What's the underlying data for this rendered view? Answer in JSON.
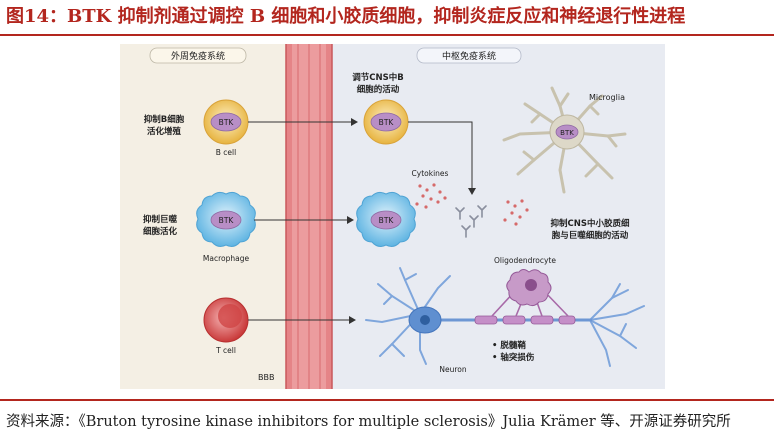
{
  "figure": {
    "title": "图14：BTK 抑制剂通过调控 B 细胞和小胶质细胞，抑制炎症反应和神经退行性进程",
    "source": "资料来源：《Bruton tyrosine kinase inhibitors for multiple sclerosis》Julia Krämer 等、开源证券研究所"
  },
  "diagram": {
    "left_header": "外周免疫系统",
    "right_header": "中枢免疫系统",
    "bbb_label": "BBB",
    "btk_label": "BTK",
    "peripheral": {
      "b_cell_label": "B cell",
      "b_cell_effect_line1": "抑制B细胞",
      "b_cell_effect_line2": "活化增殖",
      "macrophage_label": "Macrophage",
      "macrophage_effect_line1": "抑制巨噬",
      "macrophage_effect_line2": "细胞活化",
      "t_cell_label": "T cell"
    },
    "cns": {
      "b_cell_regulation_line1": "调节CNS中B",
      "b_cell_regulation_line2": "细胞的活动",
      "microglia_label": "Microglia",
      "cytokines_label": "Cytokines",
      "microglia_effect_line1": "抑制CNS中小胶质细",
      "microglia_effect_line2": "胞与巨噬细胞的活动",
      "oligodendrocyte_label": "Oligodendrocyte",
      "neuron_label": "Neuron",
      "bullet_1": "• 脱髓鞘",
      "bullet_2": "• 轴突损伤"
    }
  },
  "colors": {
    "title_red": "#b3261e",
    "left_background": "#f4efe4",
    "right_background": "#e8ebf2",
    "vessel": "#e37c80",
    "b_cell": "#f3cf63",
    "btk_nucleus": "#b88ec6",
    "macrophage": "#6fc0e8",
    "t_cell": "#d94b4b",
    "neuron": "#5f8fd0",
    "oligodendrocyte": "#a86aa8",
    "microglia": "#d9d4c4",
    "cytokine": "#d96a6a"
  }
}
